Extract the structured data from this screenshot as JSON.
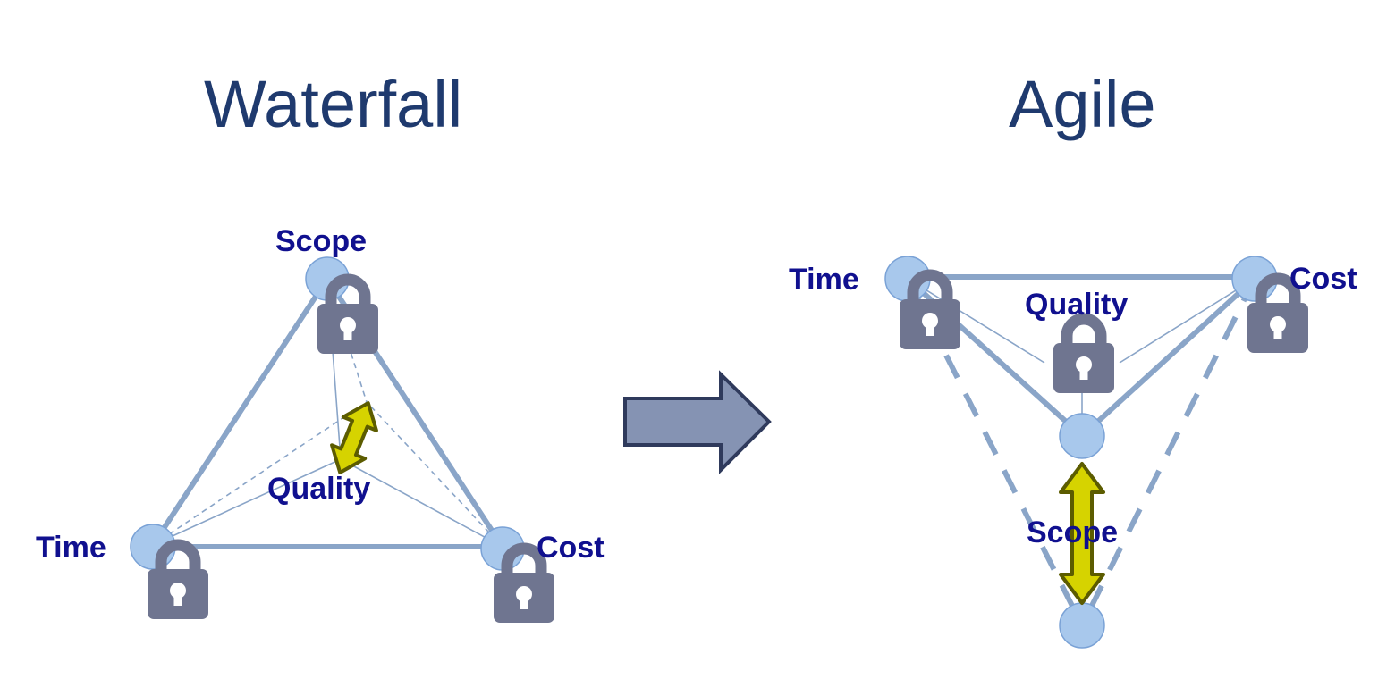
{
  "colors": {
    "heading": "#1f3a6e",
    "label": "#10108f",
    "edge": "#8aa5c8",
    "node_fill": "#a8c8ec",
    "node_stroke": "#7aa2d6",
    "lock": "#6f7590",
    "arrow_fill": "#d6d300",
    "arrow_stroke": "#5c5c00",
    "transition_arrow_fill": "#8593b3",
    "transition_arrow_stroke": "#2f3a5c"
  },
  "waterfall": {
    "title": "Waterfall",
    "labels": {
      "scope": "Scope",
      "time": "Time",
      "cost": "Cost",
      "quality": "Quality"
    }
  },
  "agile": {
    "title": "Agile",
    "labels": {
      "time": "Time",
      "cost": "Cost",
      "quality": "Quality",
      "scope": "Scope"
    }
  },
  "icons": [
    "lock-icon",
    "double-arrow-icon",
    "right-arrow-icon"
  ]
}
